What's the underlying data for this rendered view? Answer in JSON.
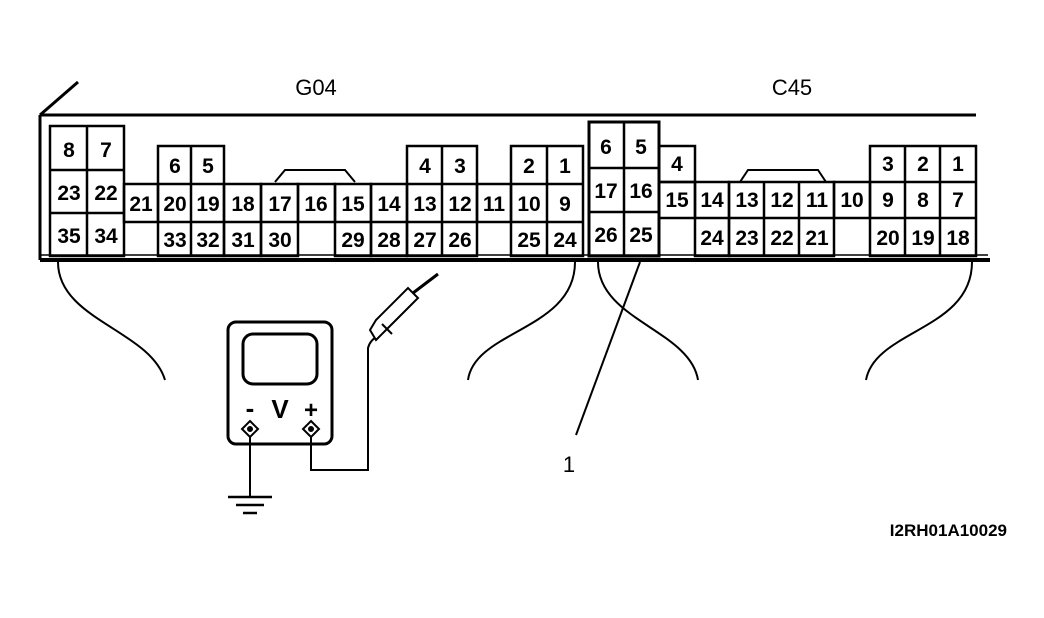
{
  "connectors": {
    "g04": {
      "label": "G04",
      "pins": [
        {
          "id": "g04-pin-8",
          "n": "8"
        },
        {
          "id": "g04-pin-7",
          "n": "7"
        },
        {
          "id": "g04-pin-23",
          "n": "23"
        },
        {
          "id": "g04-pin-22",
          "n": "22"
        },
        {
          "id": "g04-pin-35",
          "n": "35"
        },
        {
          "id": "g04-pin-34",
          "n": "34"
        },
        {
          "id": "g04-pin-21",
          "n": "21"
        },
        {
          "id": "g04-pin-6",
          "n": "6"
        },
        {
          "id": "g04-pin-5",
          "n": "5"
        },
        {
          "id": "g04-pin-20",
          "n": "20"
        },
        {
          "id": "g04-pin-19",
          "n": "19"
        },
        {
          "id": "g04-pin-18",
          "n": "18"
        },
        {
          "id": "g04-pin-33",
          "n": "33"
        },
        {
          "id": "g04-pin-32",
          "n": "32"
        },
        {
          "id": "g04-pin-31",
          "n": "31"
        },
        {
          "id": "g04-pin-17",
          "n": "17"
        },
        {
          "id": "g04-pin-16",
          "n": "16"
        },
        {
          "id": "g04-pin-15",
          "n": "15"
        },
        {
          "id": "g04-pin-30",
          "n": "30"
        },
        {
          "id": "g04-pin-29",
          "n": "29"
        },
        {
          "id": "g04-pin-14",
          "n": "14"
        },
        {
          "id": "g04-pin-28",
          "n": "28"
        },
        {
          "id": "g04-pin-4",
          "n": "4"
        },
        {
          "id": "g04-pin-3",
          "n": "3"
        },
        {
          "id": "g04-pin-13",
          "n": "13"
        },
        {
          "id": "g04-pin-12",
          "n": "12"
        },
        {
          "id": "g04-pin-11",
          "n": "11"
        },
        {
          "id": "g04-pin-27",
          "n": "27"
        },
        {
          "id": "g04-pin-26",
          "n": "26"
        },
        {
          "id": "g04-pin-2",
          "n": "2"
        },
        {
          "id": "g04-pin-1",
          "n": "1"
        },
        {
          "id": "g04-pin-10",
          "n": "10"
        },
        {
          "id": "g04-pin-9",
          "n": "9"
        },
        {
          "id": "g04-pin-25",
          "n": "25"
        },
        {
          "id": "g04-pin-24",
          "n": "24"
        }
      ]
    },
    "c45": {
      "label": "C45",
      "pins": [
        {
          "id": "c45-pin-6",
          "n": "6"
        },
        {
          "id": "c45-pin-5",
          "n": "5"
        },
        {
          "id": "c45-pin-17",
          "n": "17"
        },
        {
          "id": "c45-pin-16",
          "n": "16"
        },
        {
          "id": "c45-pin-26",
          "n": "26"
        },
        {
          "id": "c45-pin-25",
          "n": "25"
        },
        {
          "id": "c45-pin-4",
          "n": "4"
        },
        {
          "id": "c45-pin-15",
          "n": "15"
        },
        {
          "id": "c45-pin-14",
          "n": "14"
        },
        {
          "id": "c45-pin-24",
          "n": "24"
        },
        {
          "id": "c45-pin-13",
          "n": "13"
        },
        {
          "id": "c45-pin-12",
          "n": "12"
        },
        {
          "id": "c45-pin-11",
          "n": "11"
        },
        {
          "id": "c45-pin-23",
          "n": "23"
        },
        {
          "id": "c45-pin-22",
          "n": "22"
        },
        {
          "id": "c45-pin-21",
          "n": "21"
        },
        {
          "id": "c45-pin-10",
          "n": "10"
        },
        {
          "id": "c45-pin-3",
          "n": "3"
        },
        {
          "id": "c45-pin-2",
          "n": "2"
        },
        {
          "id": "c45-pin-1",
          "n": "1"
        },
        {
          "id": "c45-pin-9",
          "n": "9"
        },
        {
          "id": "c45-pin-8",
          "n": "8"
        },
        {
          "id": "c45-pin-7",
          "n": "7"
        },
        {
          "id": "c45-pin-20",
          "n": "20"
        },
        {
          "id": "c45-pin-19",
          "n": "19"
        },
        {
          "id": "c45-pin-18",
          "n": "18"
        }
      ]
    }
  },
  "voltmeter": {
    "symbol": "V",
    "negative": "-",
    "positive": "+"
  },
  "callout": "1",
  "figure_code": "I2RH01A10029"
}
